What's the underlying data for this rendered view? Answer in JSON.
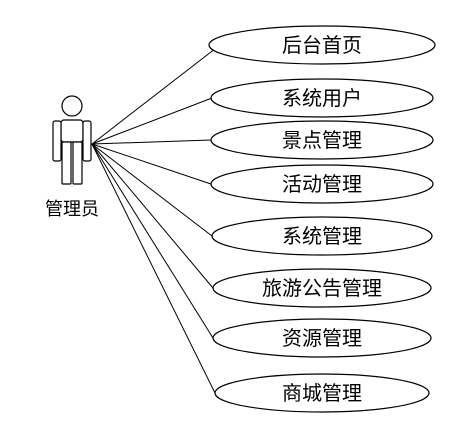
{
  "actor": {
    "label": "管理员"
  },
  "use_cases": [
    {
      "label": "后台首页"
    },
    {
      "label": "系统用户"
    },
    {
      "label": "景点管理"
    },
    {
      "label": "活动管理"
    },
    {
      "label": "系统管理"
    },
    {
      "label": "旅游公告管理"
    },
    {
      "label": "资源管理"
    },
    {
      "label": "商城管理"
    }
  ]
}
